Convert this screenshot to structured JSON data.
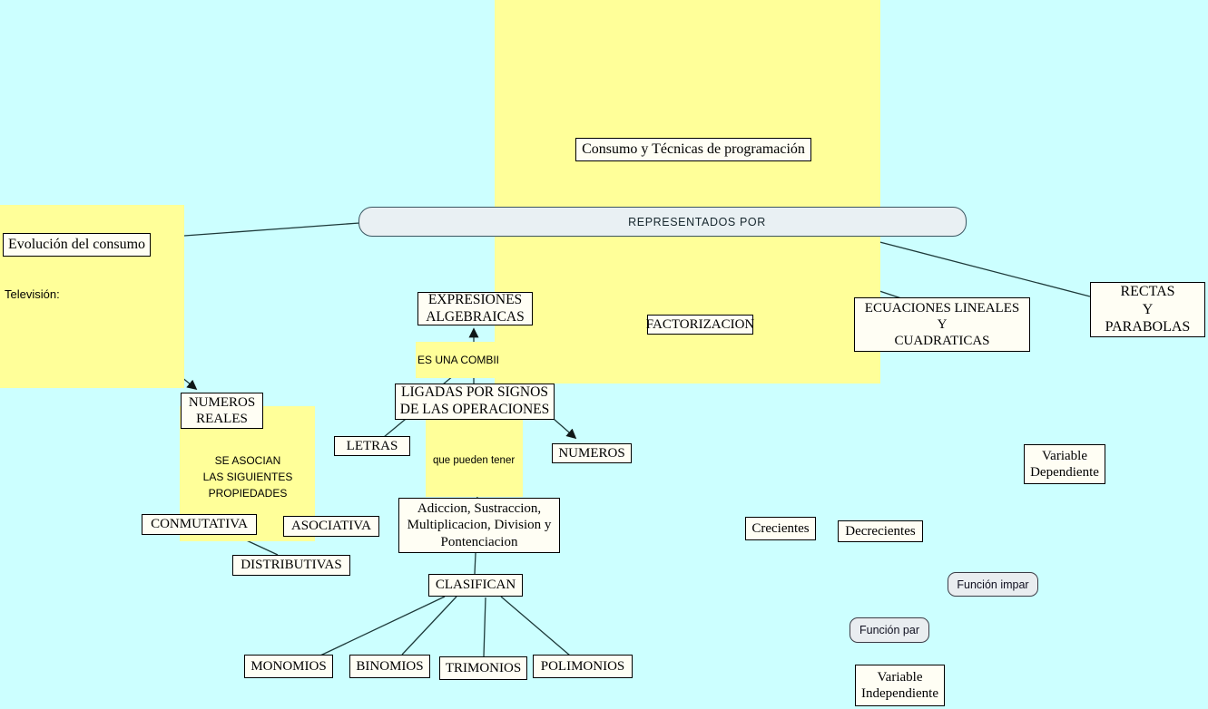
{
  "canvas": {
    "background_color": "#ccffff",
    "highlight_color": "#ffff99",
    "line_color": "#1d3a3a"
  },
  "connector": {
    "label": "REPRESENTADOS POR"
  },
  "nodes": {
    "consumo": {
      "label": "Consumo y Técnicas de programación"
    },
    "evolucion": {
      "label": "Evolución del consumo"
    },
    "television": {
      "label": "Televisión:"
    },
    "expresiones": {
      "label": "EXPRESIONES\nALGEBRAICAS"
    },
    "es_una": {
      "label": "ES UNA COMBII"
    },
    "ligadas": {
      "label": "LIGADAS POR SIGNOS\nDE LAS OPERACIONES"
    },
    "factorizacion": {
      "label": "FACTORIZACION"
    },
    "ecuaciones": {
      "label": "ECUACIONES LINEALES\nY\nCUADRATICAS"
    },
    "rectas": {
      "label": "RECTAS\nY\nPARABOLAS"
    },
    "numeros_reales": {
      "label": "NUMEROS\nREALES"
    },
    "letras": {
      "label": "LETRAS"
    },
    "numeros": {
      "label": "NUMEROS"
    },
    "que_pueden": {
      "label": "que pueden tener"
    },
    "se_asocian": {
      "label": "SE ASOCIAN\nLAS SIGUIENTES\nPROPIEDADES"
    },
    "conmutativa": {
      "label": "CONMUTATIVA"
    },
    "asociativa": {
      "label": "ASOCIATIVA"
    },
    "distributivas": {
      "label": "DISTRIBUTIVAS"
    },
    "adicion": {
      "label": "Adiccion, Sustraccion,\nMultiplicacion, Division y\nPontenciacion"
    },
    "clasifican": {
      "label": "CLASIFICAN"
    },
    "monomios": {
      "label": "MONOMIOS"
    },
    "binomios": {
      "label": "BINOMIOS"
    },
    "trimonios": {
      "label": "TRIMONIOS"
    },
    "polimonios": {
      "label": "POLIMONIOS"
    },
    "var_dep": {
      "label": "Variable\nDependiente"
    },
    "crecientes": {
      "label": "Crecientes"
    },
    "decrecientes": {
      "label": "Decrecientes"
    },
    "funcion_impar": {
      "label": "Función impar"
    },
    "funcion_par": {
      "label": "Función par"
    },
    "var_indep": {
      "label": "Variable\nIndependiente"
    }
  }
}
